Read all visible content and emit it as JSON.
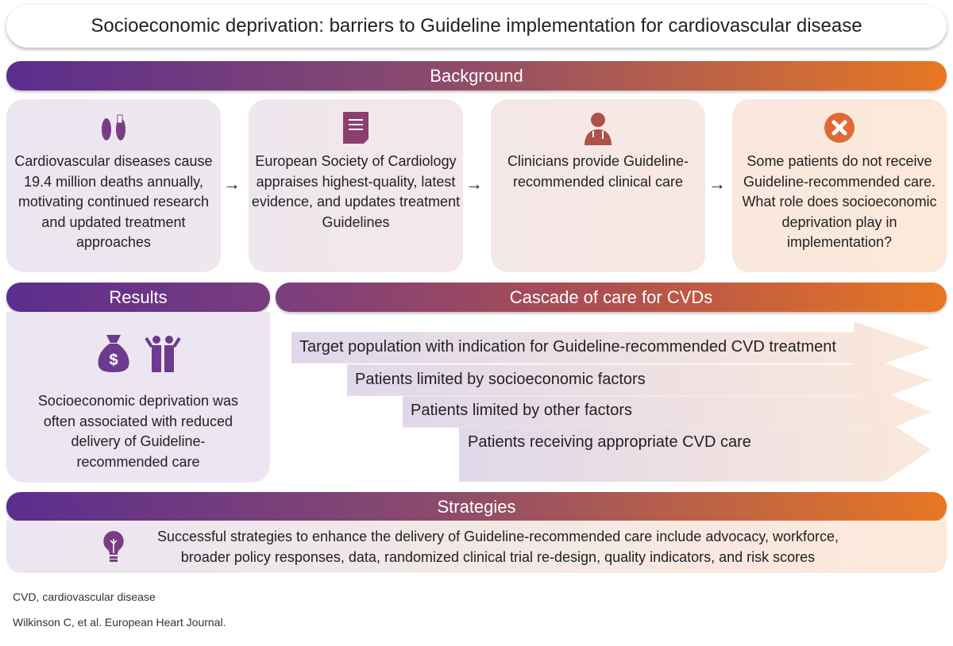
{
  "title": "Socioeconomic deprivation: barriers to Guideline implementation for cardiovascular disease",
  "background": {
    "label": "Background",
    "cards": [
      {
        "icon": "feet-toe-tag-icon",
        "text": "Cardiovascular diseases cause 19.4 million deaths annually, motivating continued research and updated treatment approaches"
      },
      {
        "icon": "document-icon",
        "text": "European Society of Cardiology appraises highest-quality, latest evidence, and updates treatment Guidelines"
      },
      {
        "icon": "doctor-icon",
        "text": "Clinicians provide Guideline-recommended clinical care"
      },
      {
        "icon": "x-circle-icon",
        "text": "Some patients do not receive Guideline-recommended care. What role does socioeconomic deprivation play in implementation?"
      }
    ]
  },
  "results": {
    "label": "Results",
    "icons": [
      "money-bag-icon",
      "people-icon"
    ],
    "text": "Socioeconomic deprivation was often associated with reduced delivery of Guideline-recommended care"
  },
  "cascade": {
    "label": "Cascade of care for CVDs",
    "steps": [
      "Target population with indication for Guideline-recommended CVD treatment",
      "Patients limited by socioeconomic factors",
      "Patients limited by other factors",
      "Patients receiving appropriate CVD care"
    ]
  },
  "strategies": {
    "label": "Strategies",
    "icon": "lightbulb-icon",
    "text": "Successful strategies to enhance the delivery of Guideline-recommended care include advocacy, workforce, broader policy responses, data, randomized clinical trial re-design, quality indicators, and risk scores"
  },
  "footer": {
    "abbrev": "CVD, cardiovascular disease",
    "citation": "Wilkinson C, et al. European Heart Journal."
  },
  "colors": {
    "purple": "#5b2d8e",
    "orange": "#e87722",
    "icon": "#7a3d84"
  }
}
